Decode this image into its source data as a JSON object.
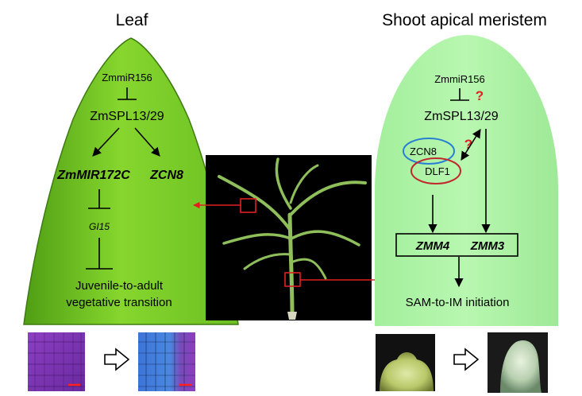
{
  "left_panel": {
    "title": "Leaf",
    "regulator": "ZmmiR156",
    "target": "ZmSPL13/29",
    "gene_a": "ZmMIR172C",
    "gene_b": "ZCN8",
    "downstream": "GI15",
    "outcome_line1": "Juvenile-to-adult",
    "outcome_line2": "vegetative transition",
    "before_image": "leaf-epidermis-juvenile-micrograph",
    "after_image": "leaf-epidermis-adult-micrograph"
  },
  "right_panel": {
    "title": "Shoot apical meristem",
    "regulator": "ZmmiR156",
    "uncertain_mark_1": "?",
    "target": "ZmSPL13/29",
    "uncertain_mark_2": "?",
    "partner_a": "ZCN8",
    "partner_b": "DLF1",
    "gene_a": "ZMM4",
    "gene_b": "ZMM3",
    "outcome": "SAM-to-IM initiation",
    "before_image": "shoot-apical-meristem-photo",
    "after_image": "inflorescence-meristem-photo"
  },
  "center": {
    "image": "maize-seedling-photo"
  },
  "colors": {
    "leaf_green": "#7ccf2a",
    "sam_green": "#a7f2a0",
    "highlight_red": "#e02020",
    "zcn8_oval": "#2a7fd4",
    "dlf1_oval": "#c0282d"
  }
}
